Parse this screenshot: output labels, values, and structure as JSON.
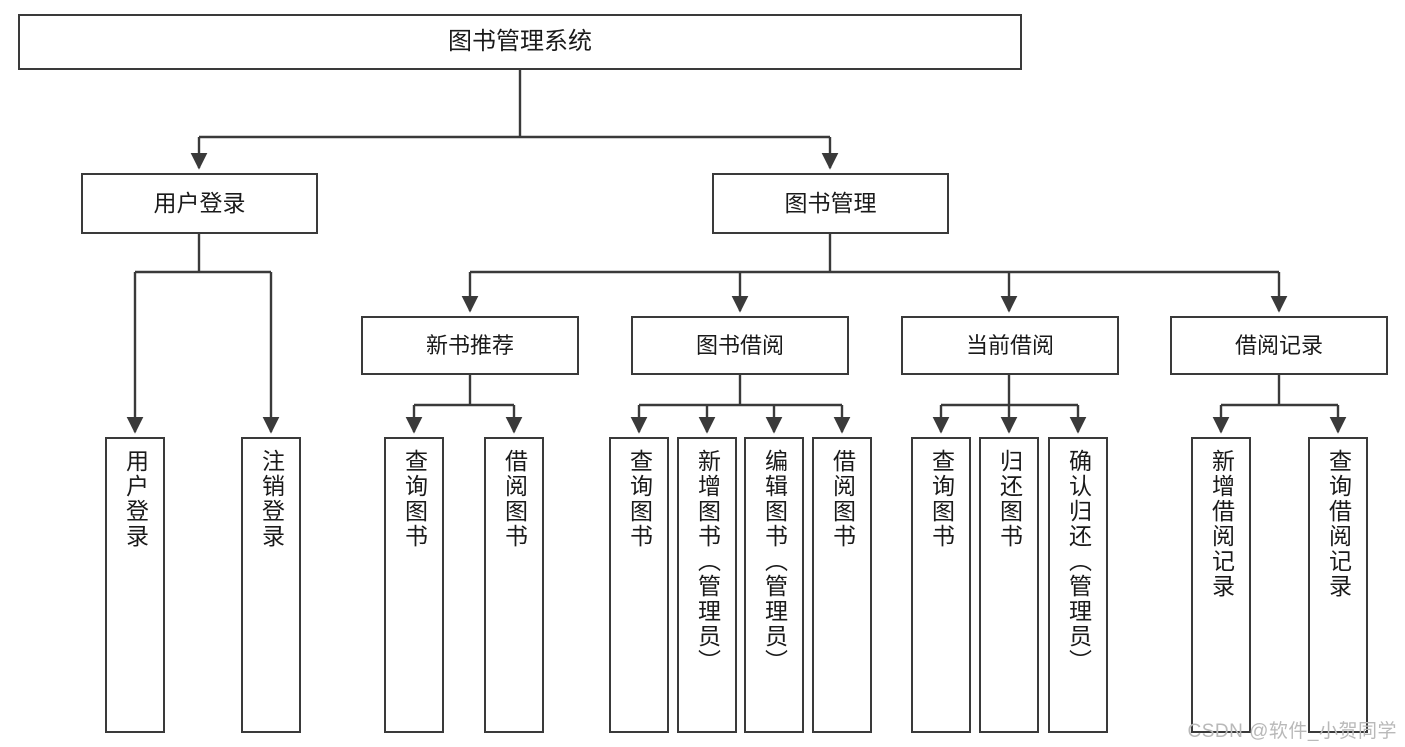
{
  "diagram": {
    "title": "图书管理系统",
    "type": "tree",
    "watermark": "CSDN @软件_小贺同学",
    "colors": {
      "stroke": "#3a3a3a",
      "fill": "#ffffff",
      "text": "#1a1a1a",
      "watermark": "#b9b9b9"
    },
    "nodes": {
      "root": {
        "label": "图书管理系统"
      },
      "level2": [
        {
          "label": "用户登录"
        },
        {
          "label": "图书管理"
        }
      ],
      "level3": [
        {
          "label": "新书推荐"
        },
        {
          "label": "图书借阅"
        },
        {
          "label": "当前借阅"
        },
        {
          "label": "借阅记录"
        }
      ],
      "leaves": {
        "user_login": [
          {
            "label": "用户登录"
          },
          {
            "label": "注销登录"
          }
        ],
        "new_book_recommend": [
          {
            "label": "查询图书"
          },
          {
            "label": "借阅图书"
          }
        ],
        "book_borrow": [
          {
            "label": "查询图书"
          },
          {
            "label": "新增图书（管理员）"
          },
          {
            "label": "编辑图书（管理员）"
          },
          {
            "label": "借阅图书"
          }
        ],
        "current_borrow": [
          {
            "label": "查询图书"
          },
          {
            "label": "归还图书"
          },
          {
            "label": "确认归还（管理员）"
          }
        ],
        "borrow_record": [
          {
            "label": "新增借阅记录"
          },
          {
            "label": "查询借阅记录"
          }
        ]
      }
    }
  }
}
